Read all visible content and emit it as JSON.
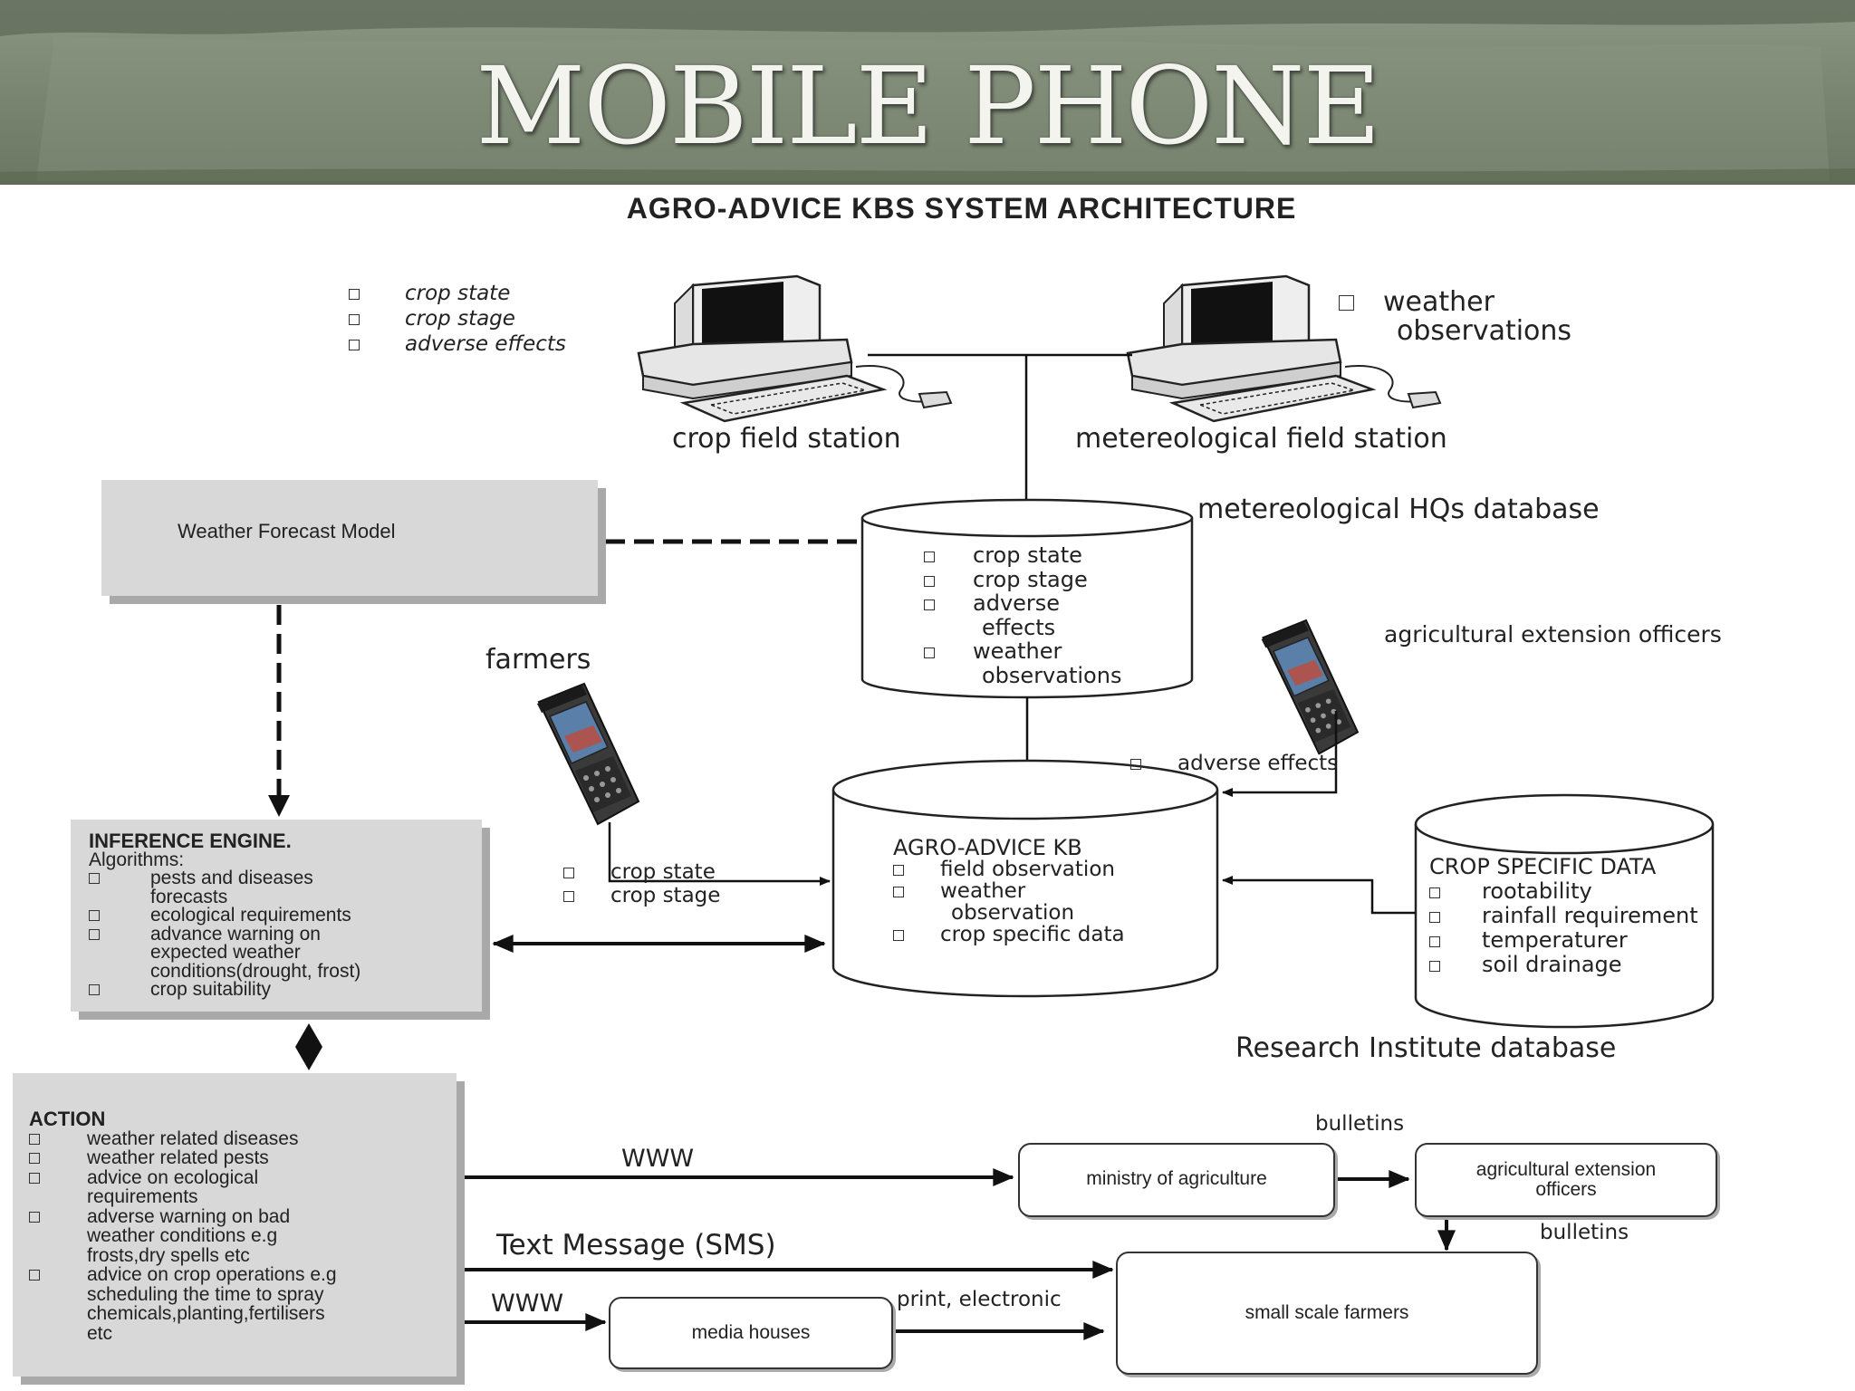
{
  "slide_title": "MOBILE PHONE",
  "diagram_title": "AGRO-ADVICE KBS SYSTEM ARCHITECTURE",
  "crop_station": {
    "label": "crop field station",
    "items": [
      "crop state",
      "crop stage",
      "adverse effects"
    ]
  },
  "met_station": {
    "label": "metereological field station",
    "item_line1": "weather",
    "item_line2": "observations"
  },
  "hq_db": {
    "label": "metereological HQs database",
    "items": [
      "crop state",
      "crop stage",
      "adverse",
      "effects",
      "weather",
      "observations"
    ]
  },
  "weather_model": {
    "label": "Weather Forecast Model"
  },
  "farmers": {
    "label": "farmers",
    "items": [
      "crop state",
      "crop stage"
    ]
  },
  "extension_officers_phone": {
    "label": "agricultural extension officers",
    "item": "adverse effects"
  },
  "kb": {
    "title": "AGRO-ADVICE KB",
    "items": [
      "field observation",
      "weather",
      "observation",
      "crop specific data"
    ]
  },
  "crop_data": {
    "title": "CROP SPECIFIC DATA",
    "items": [
      "rootability",
      "rainfall requirement",
      "temperaturer",
      "soil drainage"
    ],
    "caption": "Research Institute database"
  },
  "inference": {
    "title": "INFERENCE ENGINE.",
    "subtitle": "Algorithms:",
    "lines": [
      "pests and diseases",
      "forecasts",
      "ecological requirements",
      "advance warning on",
      "expected weather",
      "conditions(drought, frost)",
      "crop suitability"
    ]
  },
  "action": {
    "title": "ACTION",
    "lines": [
      "weather related diseases",
      "weather related pests",
      "advice on ecological",
      "requirements",
      "adverse warning on bad",
      "weather conditions e.g",
      "frosts,dry spells etc",
      "advice on crop operations e.g",
      "scheduling the time to spray",
      "chemicals,planting,fertilisers",
      "etc"
    ]
  },
  "channels": {
    "www_top": "WWW",
    "sms": "Text Message (SMS)",
    "www_bottom": "WWW",
    "print": "print, electronic",
    "bulletins_top": "bulletins",
    "bulletins_bottom": "bulletins"
  },
  "ministry": {
    "label": "ministry of agriculture"
  },
  "ext_officers_box": {
    "line1": "agricultural extension",
    "line2": "officers"
  },
  "media": {
    "label": "media houses"
  },
  "farmers_box": {
    "label": "small scale farmers"
  },
  "colors": {
    "banner": "#78846f",
    "box_fill": "#d8d8d8",
    "line": "#111111",
    "text": "#222222"
  }
}
